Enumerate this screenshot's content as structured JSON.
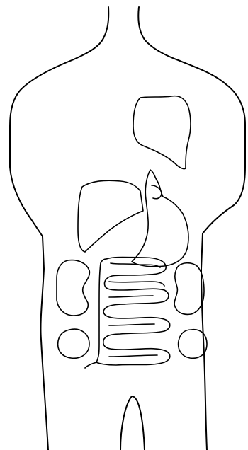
{
  "diagram": {
    "labels": [],
    "elements": [
      "torso-outline",
      "heart",
      "liver",
      "stomach",
      "left-kidney",
      "right-kidney",
      "small-intestine",
      "left-ovary",
      "right-ovary"
    ]
  },
  "colors": {
    "stroke": "#000000",
    "background": "#ffffff"
  }
}
